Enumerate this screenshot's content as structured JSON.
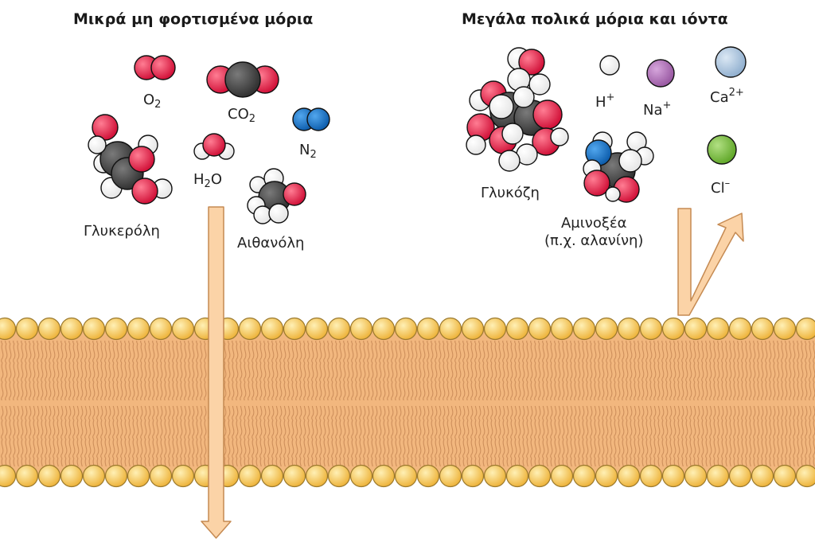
{
  "headings": {
    "left": "Μικρά μη φορτισμένα μόρια",
    "right": "Μεγάλα πολικά μόρια και ιόντα"
  },
  "molecules": {
    "o2": {
      "base": "O",
      "sub": "2",
      "sup": ""
    },
    "co2": {
      "base": "CO",
      "sub": "2",
      "sup": ""
    },
    "n2": {
      "base": "N",
      "sub": "2",
      "sup": ""
    },
    "h2o": {
      "base": "H",
      "sub": "2",
      "after": "O"
    },
    "glycerol": {
      "label": "Γλυκερόλη"
    },
    "ethanol": {
      "label": "Αιθανόλη"
    },
    "glucose": {
      "label": "Γλυκόζη"
    },
    "amino_acid": {
      "line1": "Αμινοξέα",
      "line2": "(π.χ. αλανίνη)"
    }
  },
  "ions": {
    "h": {
      "base": "H",
      "sup": "+"
    },
    "na": {
      "base": "Na",
      "sup": "+"
    },
    "ca": {
      "base": "Ca",
      "sup": "2+"
    },
    "cl": {
      "base": "Cl",
      "sup": "–"
    }
  },
  "colors": {
    "oxygen": "#e3254a",
    "carbon": "#4a4a4a",
    "hydrogen": "#ffffff",
    "nitrogen": "#1a76c8",
    "sodium": "#b075b8",
    "calcium": "#a9c3dd",
    "chlorine": "#7cc242",
    "membrane": "#f2b77e",
    "lipid_head": "#f7c94e",
    "arrow_fill": "#fbd3a7",
    "arrow_stroke": "#c58a52"
  }
}
